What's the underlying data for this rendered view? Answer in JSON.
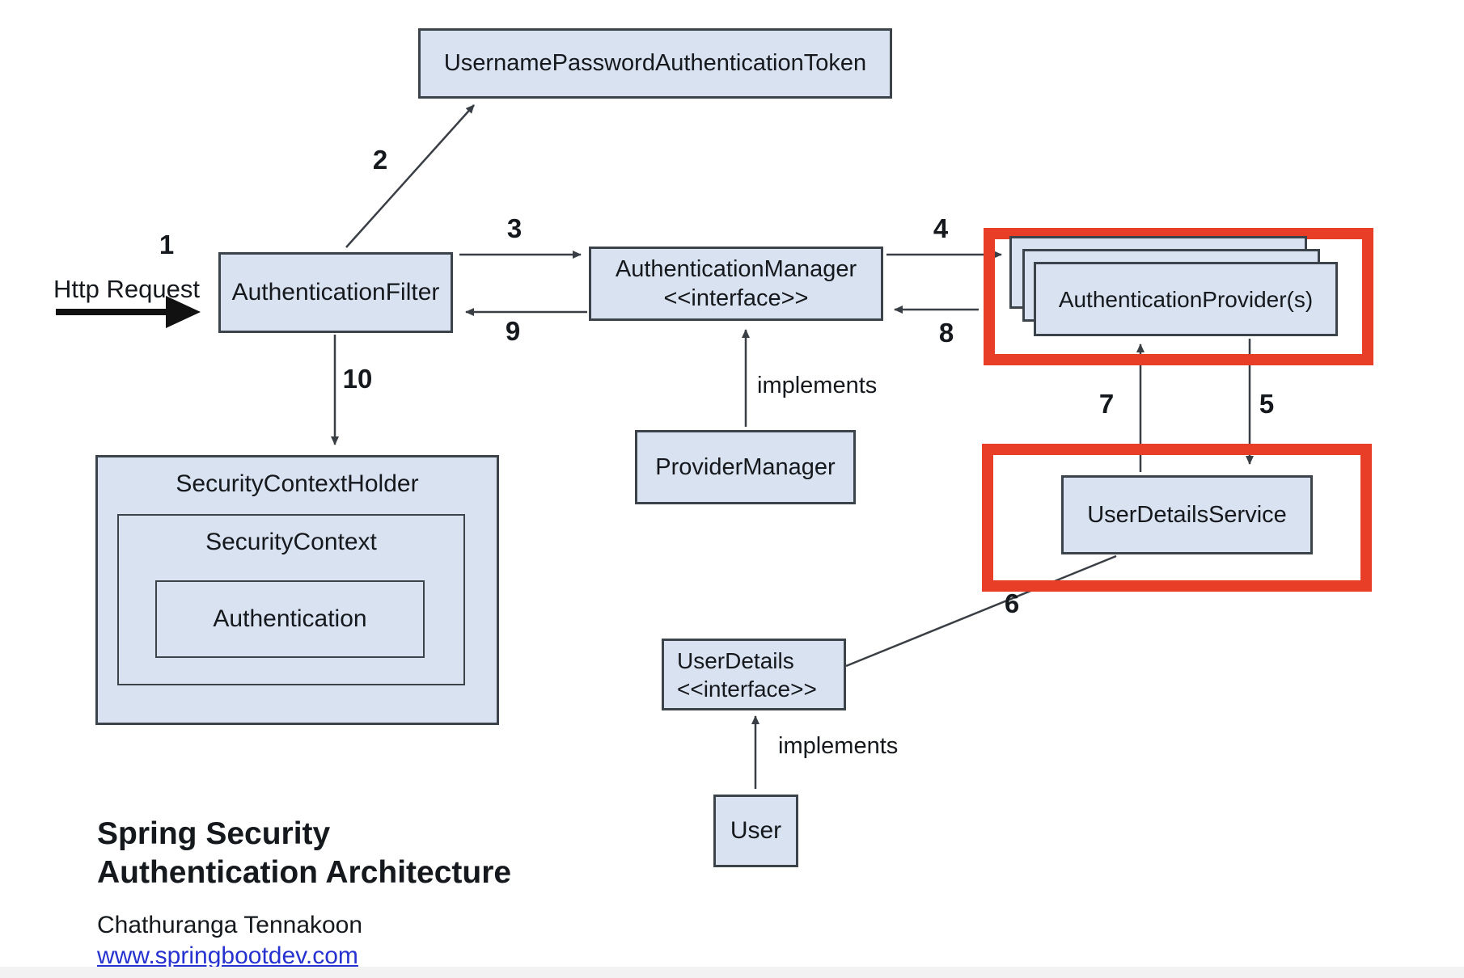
{
  "diagram": {
    "nodes": {
      "token": "UsernamePasswordAuthenticationToken",
      "filter": "AuthenticationFilter",
      "manager_line1": "AuthenticationManager",
      "manager_line2": "<<interface>>",
      "providers": "AuthenticationProvider(s)",
      "provider_manager": "ProviderManager",
      "security_context_holder": "SecurityContextHolder",
      "security_context": "SecurityContext",
      "authentication": "Authentication",
      "user_details_service": "UserDetailsService",
      "user_details_line1": "UserDetails",
      "user_details_line2": "<<interface>>",
      "user": "User"
    },
    "labels": {
      "http_request": "Http Request",
      "implements_manager": "implements",
      "implements_user": "implements"
    },
    "steps": [
      "1",
      "2",
      "3",
      "4",
      "5",
      "6",
      "7",
      "8",
      "9",
      "10"
    ]
  },
  "footer": {
    "title_line1": "Spring Security",
    "title_line2": "Authentication Architecture",
    "author": "Chathuranga Tennakoon",
    "link": "www.springbootdev.com"
  },
  "colors": {
    "node_fill": "#d9e2f0",
    "node_border": "#3d434b",
    "wire": "#3a3f45",
    "highlight": "#e83e28",
    "link": "#2632d0"
  }
}
